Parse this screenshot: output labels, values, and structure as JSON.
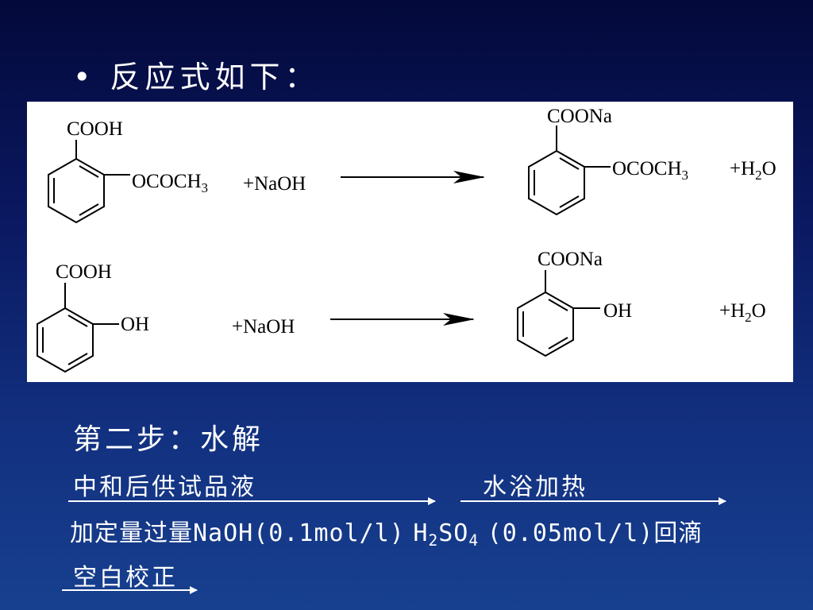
{
  "slide": {
    "bullet": "•",
    "heading": "反应式如下：",
    "reaction1": {
      "reactant_top": "COOH",
      "reactant_side": "OCOCH",
      "reactant_side_sub": "3",
      "reagent": "+NaOH",
      "product_top": "COONa",
      "product_side": "OCOCH",
      "product_side_sub": "3",
      "byproduct": "+H",
      "byproduct_sub": "2",
      "byproduct_tail": "O"
    },
    "reaction2": {
      "reactant_top": "COOH",
      "reactant_side": "OH",
      "reagent": "+NaOH",
      "product_top": "COONa",
      "product_side": "OH",
      "byproduct": "+H",
      "byproduct_sub": "2",
      "byproduct_tail": "O"
    },
    "step_title": "第二步：水解",
    "line1_left": "中和后供试品液",
    "line1_right": "水浴加热",
    "line2_a": "加定量过量",
    "line2_b": "NaOH(0.1mol/l)",
    "line2_c": "H",
    "line2_c_sub": "2",
    "line2_d": "SO",
    "line2_d_sub": "4",
    "line2_e": "(0.05mol/l)",
    "line2_f": "回滴",
    "line3": "空白校正"
  }
}
